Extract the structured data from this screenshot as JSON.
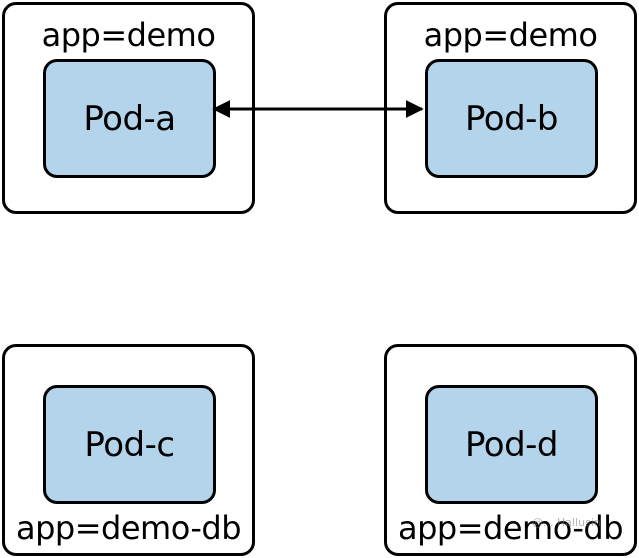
{
  "colors": {
    "pod_fill": "#b3d4ea",
    "border": "#000000"
  },
  "groups": [
    {
      "label": "app=demo",
      "pod": "Pod-a"
    },
    {
      "label": "app=demo",
      "pod": "Pod-b"
    },
    {
      "label": "app=demo-db",
      "pod": "Pod-c"
    },
    {
      "label": "app=demo-db",
      "pod": "Pod-d"
    }
  ],
  "connector": {
    "from": "Pod-a",
    "to": "Pod-b",
    "direction": "bidirectional"
  },
  "watermark": "@... Hallusin"
}
